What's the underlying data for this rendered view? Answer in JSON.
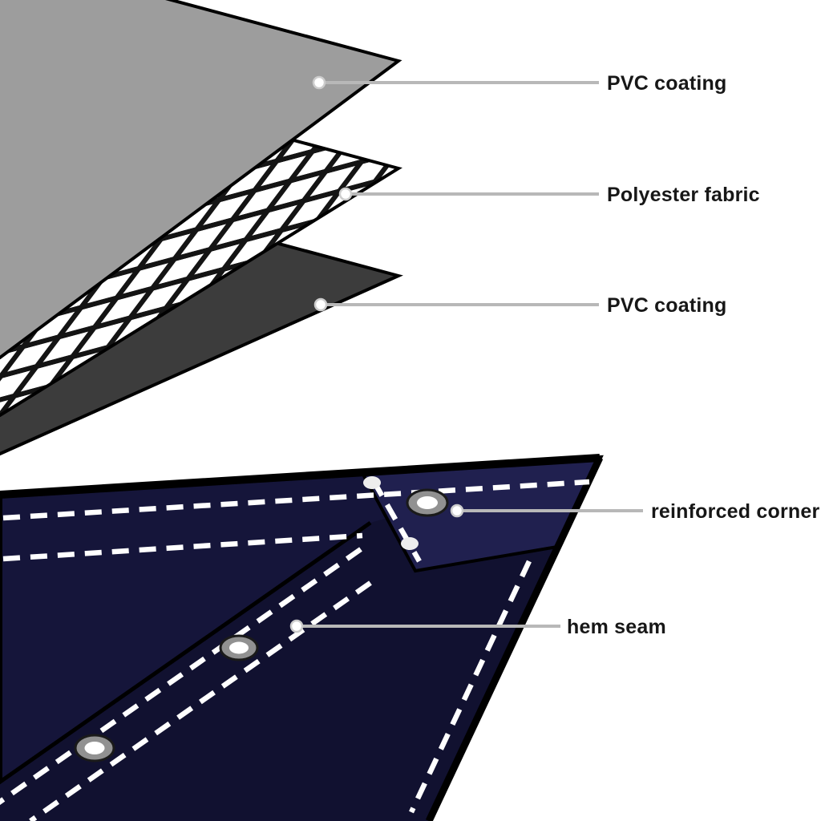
{
  "page": {
    "background": "#ffffff",
    "description": "Exploded diagram of tarpaulin material layers with callout labels"
  },
  "diagram": {
    "layers": [
      {
        "id": "pvc-top",
        "name": "PVC coating top sheet",
        "color": "#9d9d9d"
      },
      {
        "id": "polyester",
        "name": "Polyester fabric mesh",
        "color": "#141414",
        "mesh_background": "#ffffff"
      },
      {
        "id": "pvc-bottom",
        "name": "PVC coating bottom sheet",
        "color": "#3c3c3c"
      },
      {
        "id": "tarpaulin",
        "name": "Finished tarpaulin corner",
        "color": "#15153a",
        "flap_color": "#111130",
        "patch_color": "#20204f"
      }
    ],
    "grommet": {
      "ring": "#919191",
      "center": "#ffffff",
      "rivet": "#ededed"
    },
    "stitch_color": "#ffffff",
    "outline_color": "#000000",
    "leader": {
      "line": "#b8b8b8",
      "dot_fill": "#ffffff",
      "dot_stroke": "#cccccc"
    }
  },
  "annotations": [
    {
      "id": "pvc-coating-top",
      "text": "PVC coating"
    },
    {
      "id": "polyester-fabric",
      "text": "Polyester fabric"
    },
    {
      "id": "pvc-coating-mid",
      "text": "PVC coating"
    },
    {
      "id": "reinforced-corner",
      "text": "reinforced corner"
    },
    {
      "id": "hem-seam",
      "text": "hem seam"
    }
  ]
}
